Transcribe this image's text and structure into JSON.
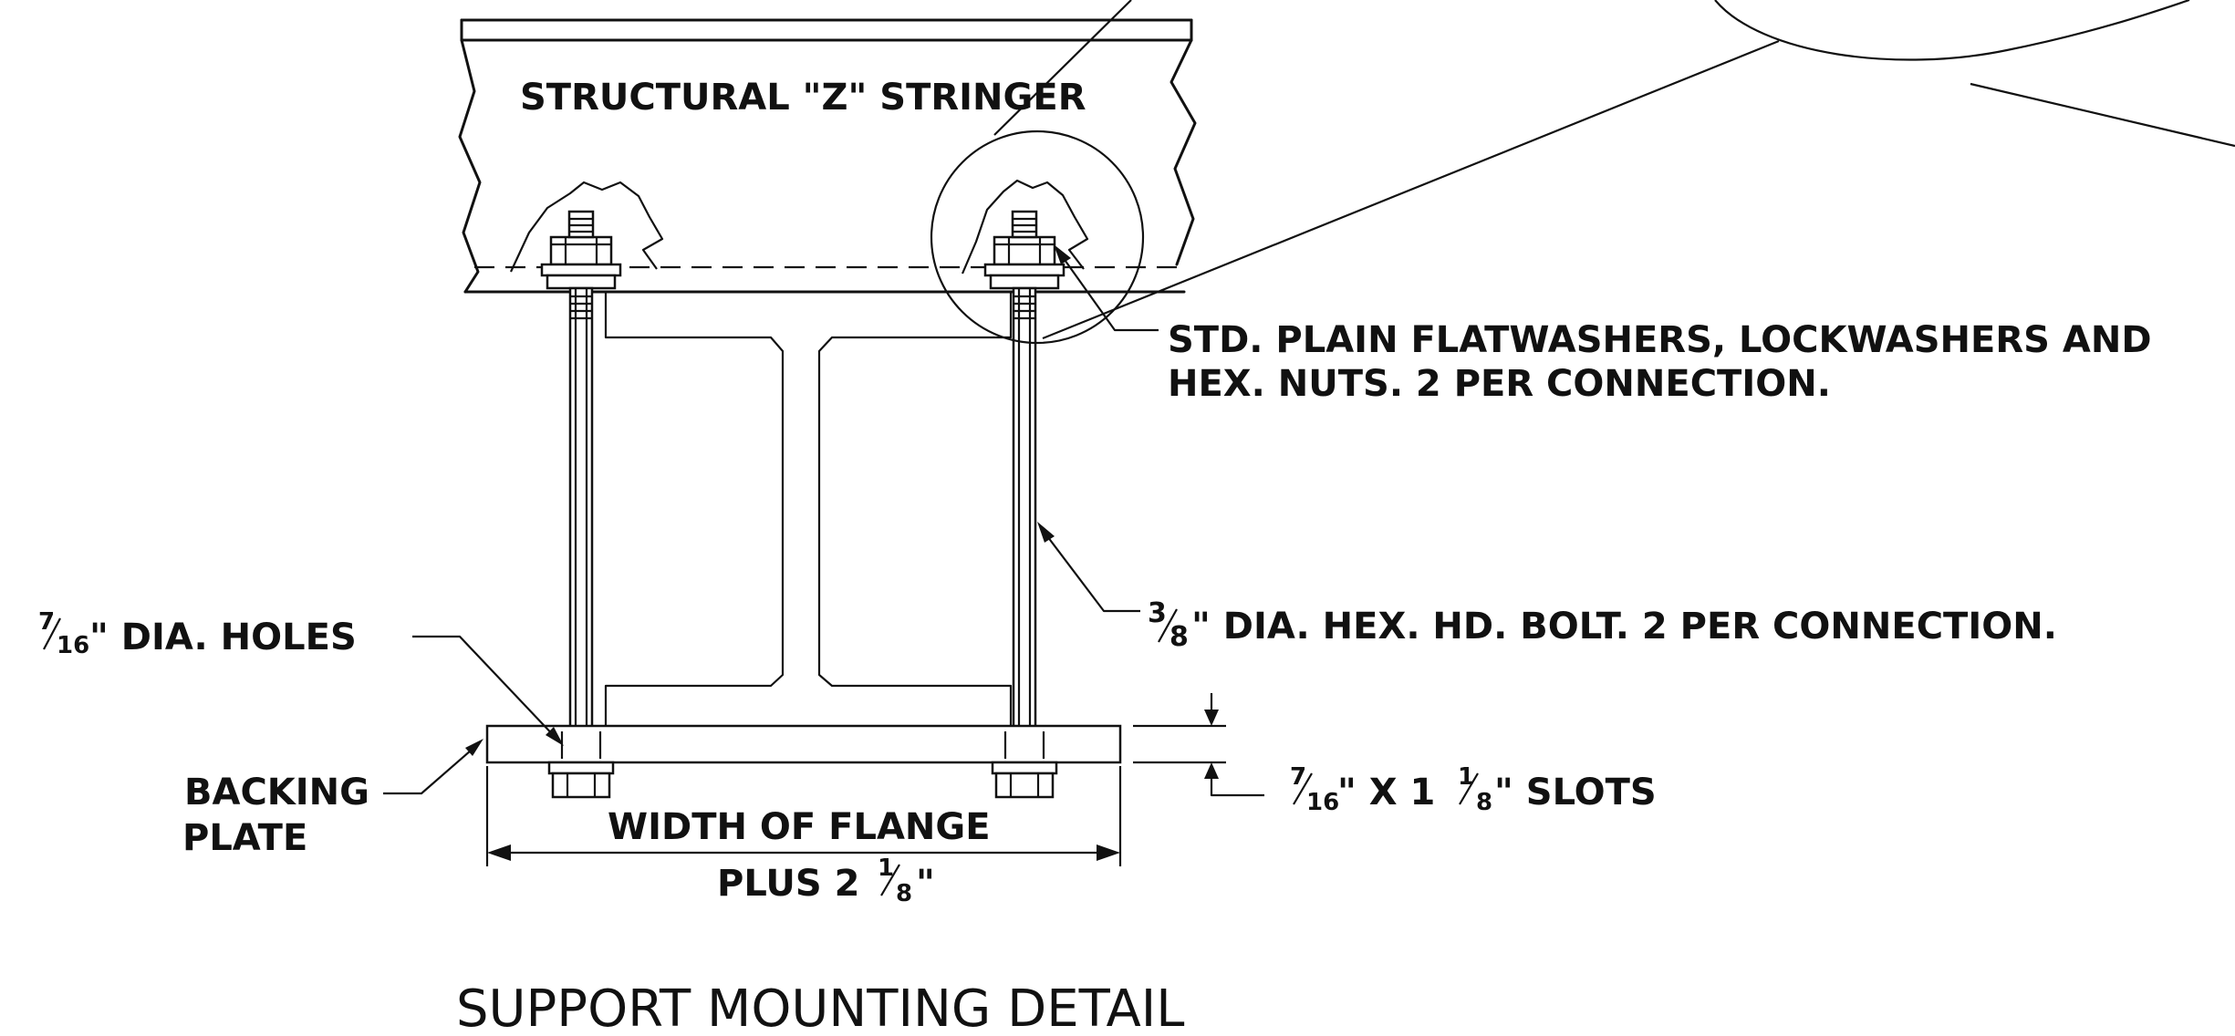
{
  "title": "SUPPORT MOUNTING DETAIL",
  "labels": {
    "stringer": "STRUCTURAL \"Z\" STRINGER",
    "washers_line1": "STD. PLAIN FLATWASHERS, LOCKWASHERS AND",
    "washers_line2": "HEX. NUTS. 2 PER CONNECTION.",
    "holes_num": "7",
    "holes_den": "16",
    "holes_text": "\" DIA. HOLES",
    "bolt_num": "3",
    "bolt_den": "8",
    "bolt_text": "\" DIA. HEX. HD. BOLT. 2 PER CONNECTION.",
    "backing_line1": "BACKING",
    "backing_line2": "PLATE",
    "slots_num": "7",
    "slots_den": "16",
    "slots_mid": "\" X 1",
    "slots_num2": "1",
    "slots_den2": "8",
    "slots_end": "\" SLOTS",
    "width_line1": "WIDTH OF FLANGE",
    "width_line2_pre": "PLUS 2",
    "width_num": "1",
    "width_den": "8",
    "width_line2_post": "\""
  }
}
